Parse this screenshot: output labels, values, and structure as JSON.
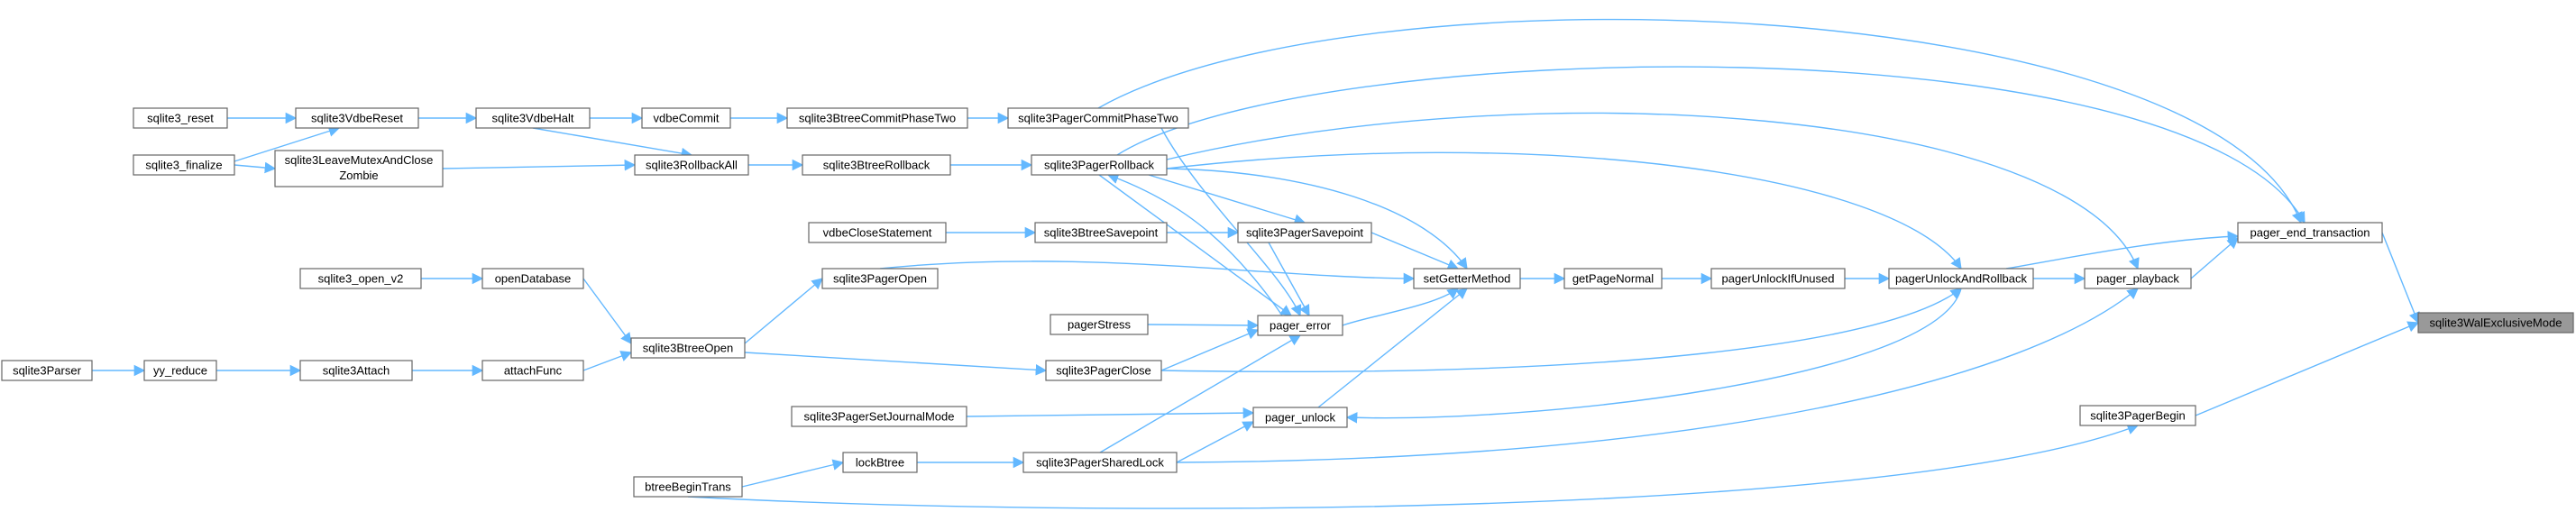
{
  "colors": {
    "edge": "#63b8ff",
    "node_border": "#666666",
    "root_fill": "#999999",
    "background": "#ffffff"
  },
  "root": "sqlite3WalExclusiveMode",
  "nodes": [
    {
      "id": "root",
      "label": "sqlite3WalExclusiveMode",
      "root": true
    },
    {
      "id": "pet",
      "label": "pager_end_transaction"
    },
    {
      "id": "psb",
      "label": "sqlite3PagerBegin"
    },
    {
      "id": "pp",
      "label": "pager_playback"
    },
    {
      "id": "puar",
      "label": "pagerUnlockAndRollback"
    },
    {
      "id": "puiu",
      "label": "pagerUnlockIfUnused"
    },
    {
      "id": "gpn",
      "label": "getPageNormal"
    },
    {
      "id": "sgm",
      "label": "setGetterMethod"
    },
    {
      "id": "perr",
      "label": "pager_error"
    },
    {
      "id": "punl",
      "label": "pager_unlock"
    },
    {
      "id": "pcpt",
      "label": "sqlite3PagerCommitPhaseTwo"
    },
    {
      "id": "prb",
      "label": "sqlite3PagerRollback"
    },
    {
      "id": "psp",
      "label": "sqlite3PagerSavepoint"
    },
    {
      "id": "popen",
      "label": "sqlite3PagerOpen"
    },
    {
      "id": "pstress",
      "label": "pagerStress"
    },
    {
      "id": "pclose",
      "label": "sqlite3PagerClose"
    },
    {
      "id": "psl",
      "label": "sqlite3PagerSharedLock"
    },
    {
      "id": "psjm",
      "label": "sqlite3PagerSetJournalMode"
    },
    {
      "id": "lbt",
      "label": "lockBtree"
    },
    {
      "id": "bbt",
      "label": "btreeBeginTrans"
    },
    {
      "id": "bcpt",
      "label": "sqlite3BtreeCommitPhaseTwo"
    },
    {
      "id": "brb",
      "label": "sqlite3BtreeRollback"
    },
    {
      "id": "bsp",
      "label": "sqlite3BtreeSavepoint"
    },
    {
      "id": "vcs",
      "label": "vdbeCloseStatement"
    },
    {
      "id": "bopen",
      "label": "sqlite3BtreeOpen"
    },
    {
      "id": "vcommit",
      "label": "vdbeCommit"
    },
    {
      "id": "rball",
      "label": "sqlite3RollbackAll"
    },
    {
      "id": "vhalt",
      "label": "sqlite3VdbeHalt"
    },
    {
      "id": "vreset",
      "label": "sqlite3VdbeReset"
    },
    {
      "id": "lmcz",
      "label": "sqlite3LeaveMutexAndClose",
      "label2": "Zombie"
    },
    {
      "id": "reset",
      "label": "sqlite3_reset"
    },
    {
      "id": "finalize",
      "label": "sqlite3_finalize"
    },
    {
      "id": "odb",
      "label": "openDatabase"
    },
    {
      "id": "openv2",
      "label": "sqlite3_open_v2"
    },
    {
      "id": "attfunc",
      "label": "attachFunc"
    },
    {
      "id": "attach",
      "label": "sqlite3Attach"
    },
    {
      "id": "yyr",
      "label": "yy_reduce"
    },
    {
      "id": "parser",
      "label": "sqlite3Parser"
    }
  ],
  "edges": [
    [
      "pet",
      "root"
    ],
    [
      "psb",
      "root"
    ],
    [
      "pp",
      "pet"
    ],
    [
      "puar",
      "pet"
    ],
    [
      "pcpt",
      "pet"
    ],
    [
      "prb",
      "pet"
    ],
    [
      "puar",
      "pp"
    ],
    [
      "prb",
      "pp"
    ],
    [
      "psl",
      "pp"
    ],
    [
      "puiu",
      "puar"
    ],
    [
      "prb",
      "puar"
    ],
    [
      "pclose",
      "puar"
    ],
    [
      "punl",
      "puar"
    ],
    [
      "gpn",
      "puiu"
    ],
    [
      "sgm",
      "gpn"
    ],
    [
      "perr",
      "sgm"
    ],
    [
      "punl",
      "sgm"
    ],
    [
      "prb",
      "sgm"
    ],
    [
      "psp",
      "sgm"
    ],
    [
      "popen",
      "sgm"
    ],
    [
      "pcpt",
      "perr"
    ],
    [
      "prb",
      "perr"
    ],
    [
      "psp",
      "perr"
    ],
    [
      "pstress",
      "perr"
    ],
    [
      "pclose",
      "perr"
    ],
    [
      "psl",
      "perr"
    ],
    [
      "psjm",
      "punl"
    ],
    [
      "psl",
      "punl"
    ],
    [
      "bcpt",
      "pcpt"
    ],
    [
      "brb",
      "prb"
    ],
    [
      "perr",
      "prb"
    ],
    [
      "bsp",
      "psp"
    ],
    [
      "prb",
      "psp"
    ],
    [
      "bopen",
      "popen"
    ],
    [
      "bopen",
      "pclose"
    ],
    [
      "lbt",
      "psl"
    ],
    [
      "bbt",
      "lbt"
    ],
    [
      "bbt",
      "psb"
    ],
    [
      "vcommit",
      "bcpt"
    ],
    [
      "rball",
      "brb"
    ],
    [
      "vcs",
      "bsp"
    ],
    [
      "vhalt",
      "vcommit"
    ],
    [
      "vhalt",
      "rball"
    ],
    [
      "lmcz",
      "rball"
    ],
    [
      "vreset",
      "vhalt"
    ],
    [
      "reset",
      "vreset"
    ],
    [
      "finalize",
      "vreset"
    ],
    [
      "finalize",
      "lmcz"
    ],
    [
      "odb",
      "bopen"
    ],
    [
      "attfunc",
      "bopen"
    ],
    [
      "openv2",
      "odb"
    ],
    [
      "attach",
      "attfunc"
    ],
    [
      "yyr",
      "attach"
    ],
    [
      "parser",
      "yyr"
    ]
  ]
}
